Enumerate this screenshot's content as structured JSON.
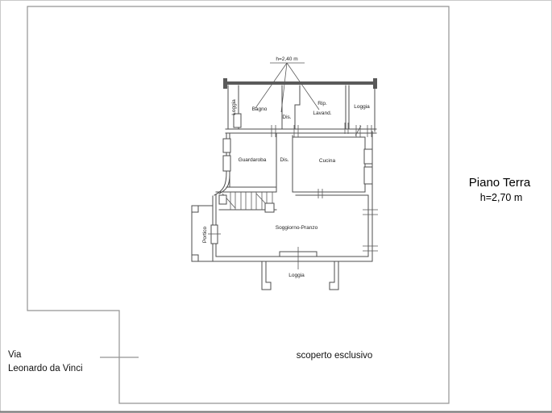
{
  "title_block": {
    "floor_name": "Piano Terra",
    "floor_height": "h=2,70 m"
  },
  "street": {
    "line1": "Via",
    "line2": "Leonardo da Vinci"
  },
  "site": {
    "open_area_label": "scoperto esclusivo"
  },
  "plan": {
    "height_annotation": "h=2,40 m",
    "rooms": {
      "loggia_left": "Loggia",
      "bagno": "Bagno",
      "dis_top": "Dis.",
      "rip_line1": "Rip.",
      "rip_line2": "Lavand.",
      "loggia_right": "Loggia",
      "guardaroba": "Guardaroba",
      "dis_mid": "Dis.",
      "cucina": "Cucina",
      "soggiorno": "Soggiorno-Pranzo",
      "portico": "Portico",
      "loggia_bottom": "Loggia"
    },
    "colors": {
      "wall": "#4d4d4d",
      "boundary": "#949494",
      "text": "#222222",
      "background": "#ffffff"
    }
  }
}
